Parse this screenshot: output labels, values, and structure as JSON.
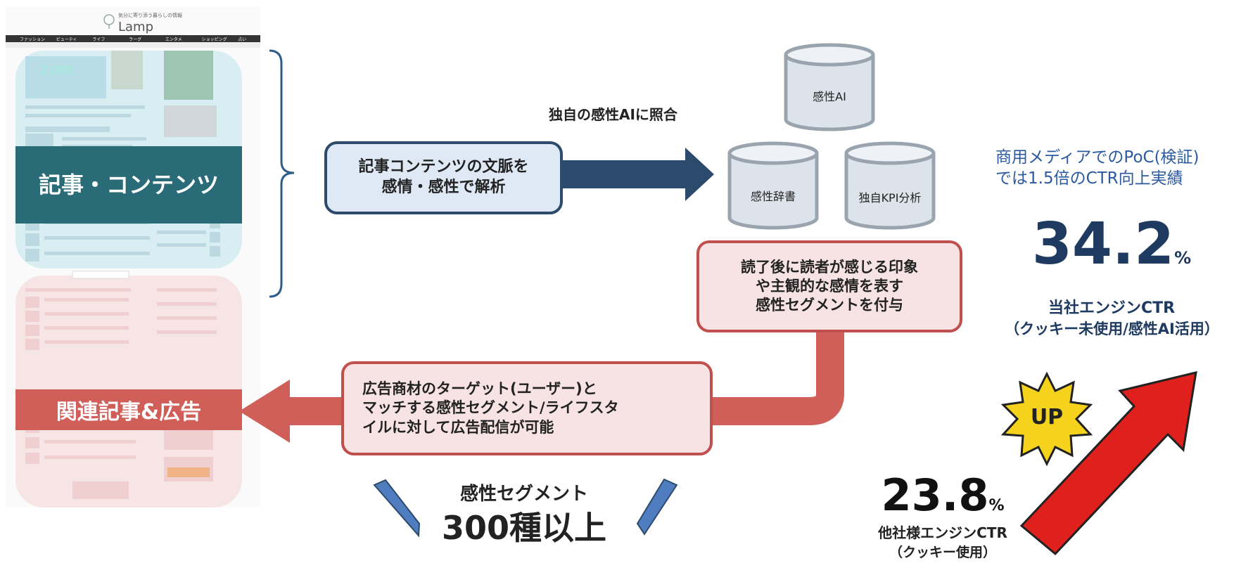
{
  "left": {
    "site_name": "Lamp",
    "site_tagline": "気分に寄り添う暮らしの情報",
    "nav_items": [
      "ファッション",
      "ビューティ",
      "ライフ",
      "ラーグ",
      "エンタメ",
      "ショッピング",
      "占い"
    ],
    "panel_top_label": "記事・コンテンツ",
    "panel_bottom_label": "関連記事&広告"
  },
  "flow": {
    "analyze_box": "記事コンテンツの文脈を\n感情・感性で解析",
    "match_label": "独自の感性AIに照合",
    "db_ai": "感性AI",
    "db_dict": "感性辞書",
    "db_kpi": "独自KPI分析",
    "segment_box": "読了後に読者が感じる印象\nや主観的な感情を表す\n感性セグメントを付与",
    "ad_box": "広告商材のターゲット(ユーザー)と\nマッチする感性セグメント/ライフスタ\nイルに対して広告配信が可能",
    "segments_line1": "感性セグメント",
    "segments_line2": "300種以上"
  },
  "results": {
    "poc_note": "商用メディアでのPoC(検証)\nでは1.5倍のCTR向上実績",
    "ours_value": "34.2",
    "ours_unit": "%",
    "ours_label1": "当社エンジンCTR",
    "ours_label2": "（クッキー未使用/感性AI活用）",
    "up_badge": "UP",
    "others_value": "23.8",
    "others_unit": "%",
    "others_label1": "他社様エンジンCTR",
    "others_label2": "（クッキー使用）"
  },
  "colors": {
    "navy": "#2c4a6b",
    "teal": "#2a6b78",
    "red": "#cf5f58",
    "light_blue_box": "#dfe9f5",
    "light_red_box": "#f7e3e3",
    "number_blue": "#1f3a60",
    "note_blue": "#2c5aa0"
  }
}
